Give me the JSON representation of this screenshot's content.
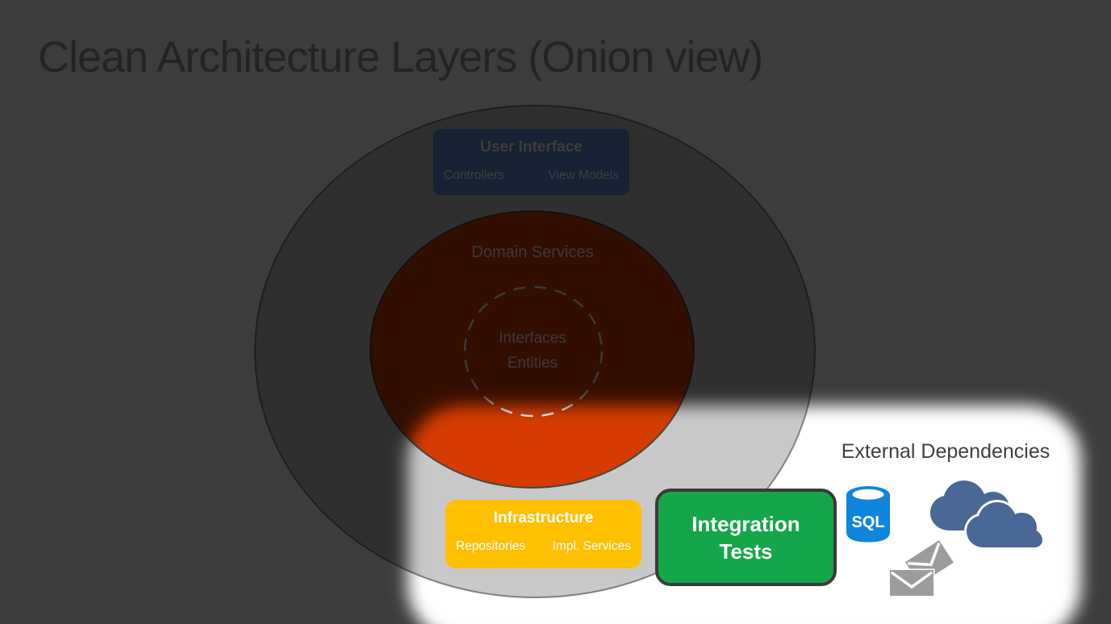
{
  "title": "Clean Architecture Layers (Onion view)",
  "onion": {
    "user_interface": {
      "title": "User Interface",
      "items": [
        "Controllers",
        "View Models"
      ]
    },
    "domain_services": {
      "label": "Domain Services",
      "core": [
        "Interfaces",
        "Entities"
      ]
    },
    "infrastructure": {
      "title": "Infrastructure",
      "items": [
        "Repositories",
        "Impl. Services"
      ]
    }
  },
  "integration_tests": {
    "lines": [
      "Integration",
      "Tests"
    ]
  },
  "external_dependencies": {
    "title": "External Dependencies",
    "sql_label": "SQL",
    "icon_names": [
      "sql-database-icon",
      "cloud-icon",
      "mail-envelopes-icon"
    ]
  },
  "colors": {
    "slide-bg": "#FFFFFF",
    "title-text": "#9A9A9A",
    "onion-fill": "#C9C9C9",
    "onion-stroke": "#808080",
    "domain-orange": "#D63C00",
    "domain-stroke": "#474747",
    "dim-light-text": "#F2F2F2",
    "ui-box-blue": "#6090D8",
    "yellow-box": "#FFC000",
    "green-box": "#16A64A",
    "green-border": "#3A3A3A",
    "white-text": "#FFFFFF",
    "ext-text": "#3F3F3F",
    "sql-blue": "#0E86DC",
    "cloud-blue": "#4A6896",
    "envelope-gray": "#9C9C9C"
  }
}
